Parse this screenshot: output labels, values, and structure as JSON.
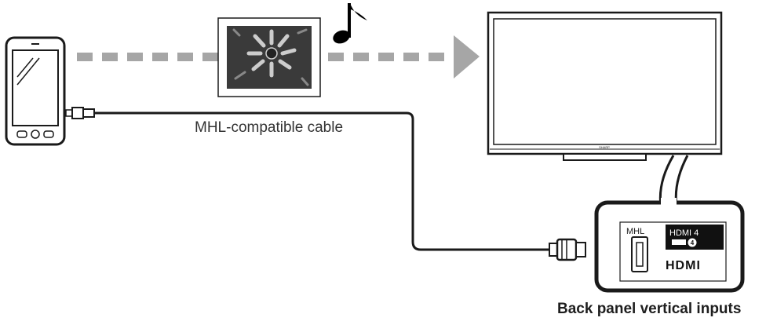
{
  "labels": {
    "cable": "MHL-compatible cable",
    "panel_caption": "Back panel vertical inputs",
    "mhl_port": "MHL",
    "hdmi_port": "HDMI 4",
    "hdmi_number": "4",
    "hdmi_logo": "HDMI",
    "tv_brand": "SHARP"
  },
  "colors": {
    "outline": "#1a1a1a",
    "arrow_dash": "#a6a6a6",
    "cable": "#1a1a1a"
  },
  "icons": {
    "smartphone": "smartphone-icon",
    "photo": "photo-icon",
    "music": "music-note-icon",
    "arrow": "transfer-arrow-icon",
    "tv": "television-icon",
    "micro_usb": "micro-usb-plug-icon",
    "hdmi_plug": "hdmi-plug-icon"
  }
}
